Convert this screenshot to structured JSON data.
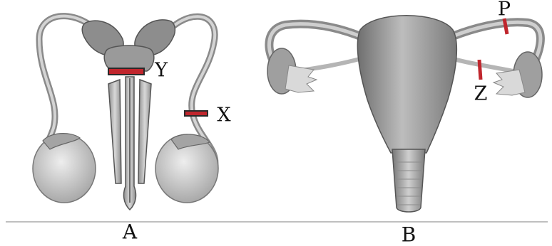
{
  "figure": {
    "panel_a": {
      "caption": "A",
      "labels": {
        "y": "Y",
        "x": "X"
      }
    },
    "panel_b": {
      "caption": "B",
      "labels": {
        "p": "P",
        "z": "Z"
      }
    },
    "colors": {
      "cut_marker": "#c0262d",
      "organ_fill": "#9e9e9e",
      "organ_light": "#cfcfcf",
      "separator": "#aaaaaa"
    }
  }
}
